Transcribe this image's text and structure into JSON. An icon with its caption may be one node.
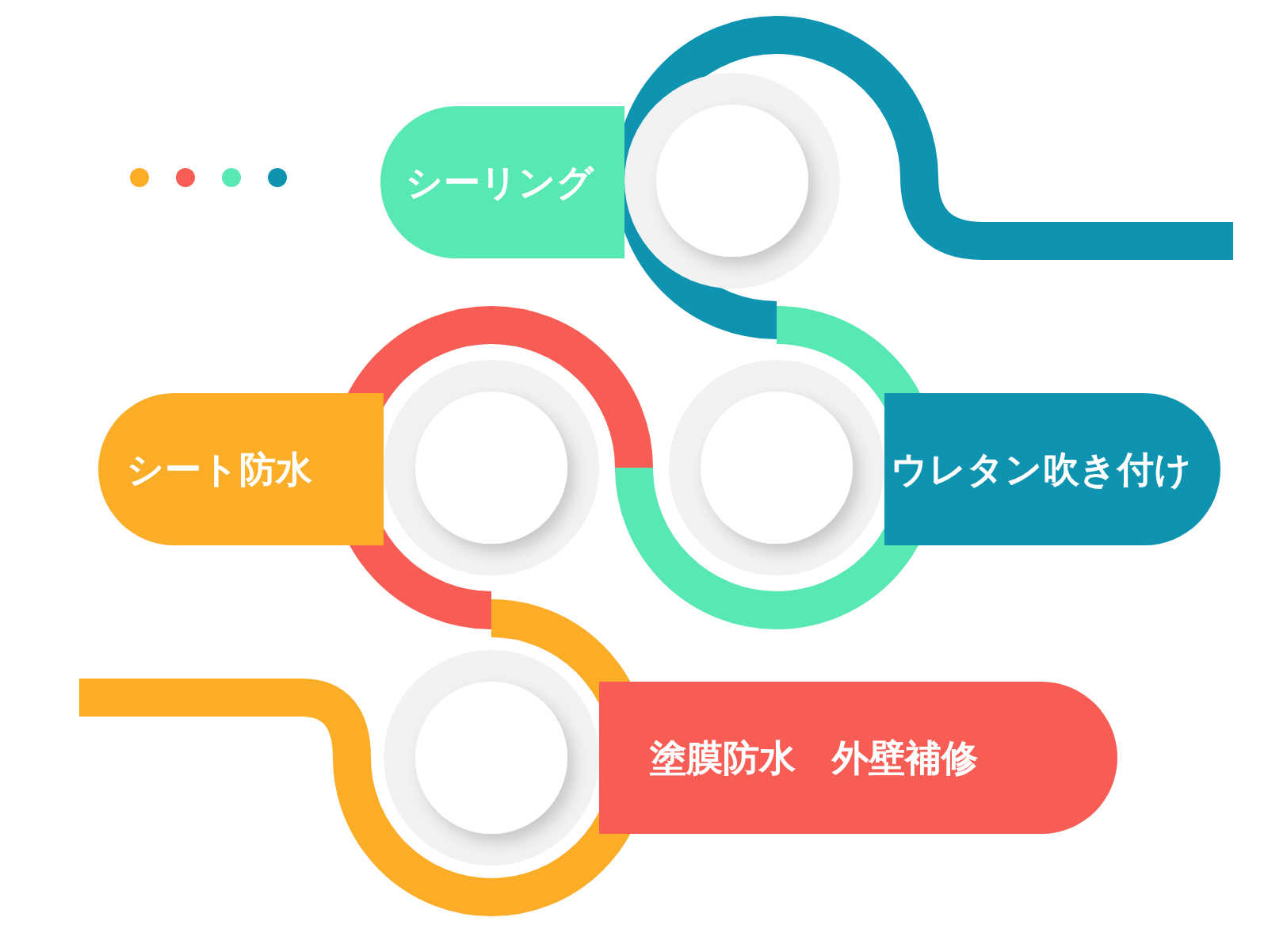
{
  "diagram": {
    "nodes": [
      {
        "text": [
          "シーリング"
        ]
      },
      {
        "text": [
          "シート防水"
        ]
      },
      {
        "text": [
          "ウレタン吹き付け"
        ]
      },
      {
        "text": [
          "塗膜防水　外壁補修"
        ]
      }
    ]
  }
}
